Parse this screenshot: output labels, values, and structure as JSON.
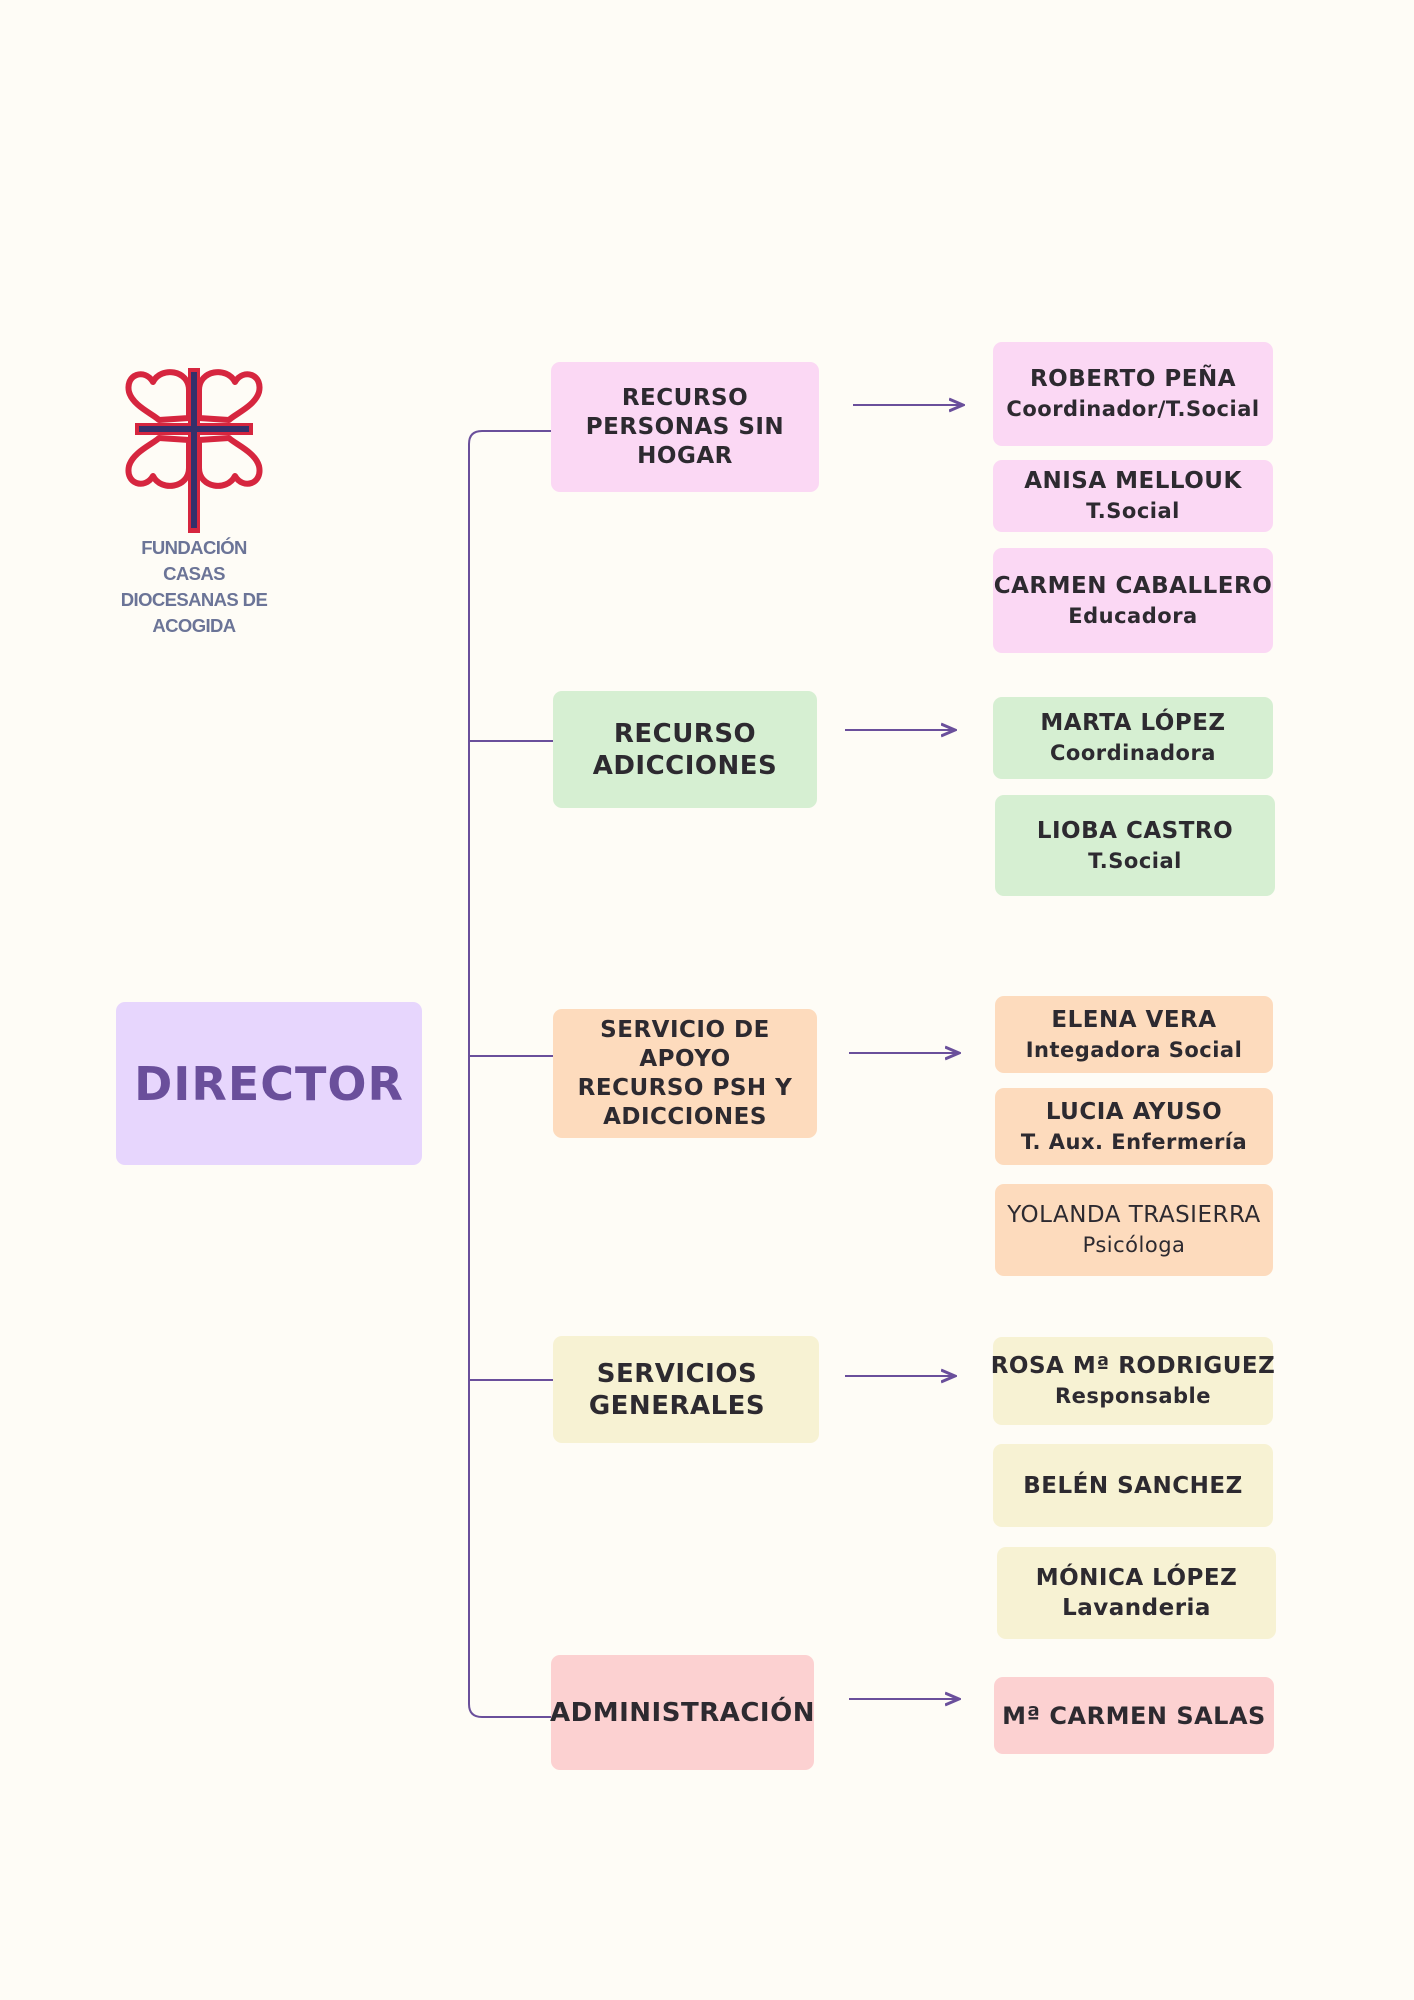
{
  "logo": {
    "icon": "heart-cross-icon",
    "lines": [
      "FUNDACIÓN",
      "CASAS",
      "DIOCESANAS DE",
      "ACOGIDA"
    ],
    "colors": {
      "hearts": "#d6263f",
      "cross": "#34306b",
      "text": "#6b7497"
    }
  },
  "director": {
    "label": "DIRECTOR",
    "color": "#e7d6fd"
  },
  "departments": [
    {
      "lines": [
        "RECURSO",
        "PERSONAS SIN",
        "HOGAR"
      ],
      "color": "#fbd8f4",
      "staff": [
        {
          "name": "ROBERTO PEÑA",
          "role": "Coordinador/T.Social"
        },
        {
          "name": "ANISA MELLOUK",
          "role": "T.Social"
        },
        {
          "name": "CARMEN CABALLERO",
          "role": "Educadora"
        }
      ]
    },
    {
      "lines": [
        "RECURSO",
        "ADICCIONES"
      ],
      "color": "#d6efd2",
      "staff": [
        {
          "name": "MARTA LÓPEZ",
          "role": "Coordinadora"
        },
        {
          "name": "LIOBA CASTRO",
          "role": "T.Social"
        }
      ]
    },
    {
      "lines": [
        "SERVICIO DE APOYO",
        "RECURSO PSH Y",
        "ADICCIONES"
      ],
      "color": "#fddbbd",
      "staff": [
        {
          "name": "ELENA VERA",
          "role": "Integadora Social"
        },
        {
          "name": "LUCIA AYUSO",
          "role": "T. Aux. Enfermería"
        },
        {
          "name": "YOLANDA TRASIERRA",
          "role": "Psicóloga"
        }
      ]
    },
    {
      "lines": [
        "SERVICIOS",
        "GENERALES"
      ],
      "color": "#f7f2d3",
      "staff": [
        {
          "name": "ROSA Mª RODRIGUEZ",
          "role": "Responsable"
        },
        {
          "name": "BELÉN SANCHEZ"
        },
        {
          "name": "MÓNICA LÓPEZ",
          "role": "Lavanderia"
        }
      ]
    },
    {
      "lines": [
        "ADMINISTRACIÓN"
      ],
      "color": "#fcd1d1",
      "staff": [
        {
          "name": "Mª CARMEN SALAS"
        }
      ]
    }
  ],
  "connector_color": "#6a4f9b"
}
